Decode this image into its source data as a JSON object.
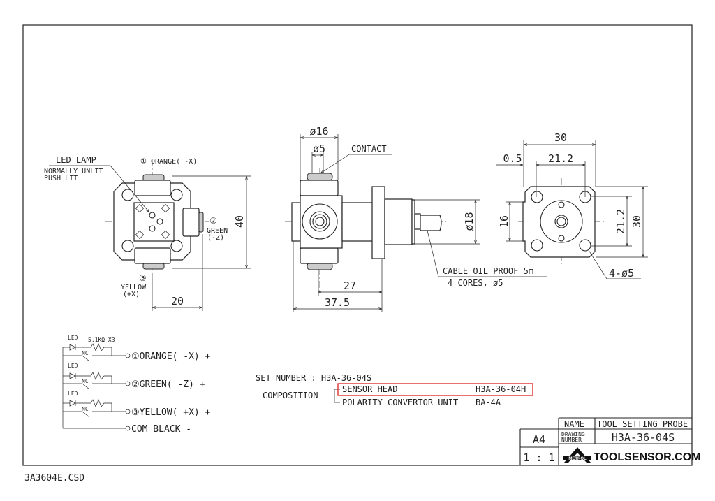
{
  "footer_filename": "3A3604E.CSD",
  "top_view": {
    "led_lamp": "LED LAMP",
    "led_note_1": "NORMALLY UNLIT",
    "led_note_2": "PUSH LIT",
    "port1": "① ORANGE( -X)",
    "port2_num": "②",
    "port2_a": "GREEN",
    "port2_b": "(-Z)",
    "port3_num": "③",
    "port3_a": "YELLOW",
    "port3_b": "(+X)",
    "dim_height": "40",
    "dim_offset": "20"
  },
  "side_view": {
    "dim_od": "ø16",
    "dim_contact": "ø5",
    "contact_label": "CONTACT",
    "dim_body": "ø18",
    "dim_27": "27",
    "dim_375": "37.5",
    "cable_1": "CABLE OIL PROOF 5m",
    "cable_2": "4 CORES, ø5"
  },
  "end_view": {
    "dim_width": "30",
    "dim_pitch_h": "21.2",
    "dim_offset": "0.5",
    "dim_16": "16",
    "dim_pitch_v": "21.2",
    "dim_height": "30",
    "holes": "4-ø5"
  },
  "schematic": {
    "led": "LED",
    "resistor": "5.1KΩ X3",
    "nc": "NC",
    "lines": [
      "①ORANGE( -X) +",
      "②GREEN( -Z)  +",
      "③YELLOW( +X) +",
      "COM BLACK -"
    ]
  },
  "composition": {
    "set_number": "SET NUMBER : H3A-36-04S",
    "label": "COMPOSITION",
    "items": [
      {
        "name": "SENSOR HEAD",
        "code": "H3A-36-04H"
      },
      {
        "name": "POLARITY CONVERTOR UNIT",
        "code": "BA-4A"
      }
    ],
    "highlight_color": "#e02020"
  },
  "title_block": {
    "name_label": "NAME",
    "name_value": "TOOL SETTING PROBE",
    "drawing_label_1": "DRAWING",
    "drawing_label_2": "NUMBER",
    "drawing_number": "H3A-36-04S",
    "size": "A4",
    "scale": "1 : 1",
    "logo_brand": "METROL",
    "website": "TOOLSENSOR.COM"
  }
}
